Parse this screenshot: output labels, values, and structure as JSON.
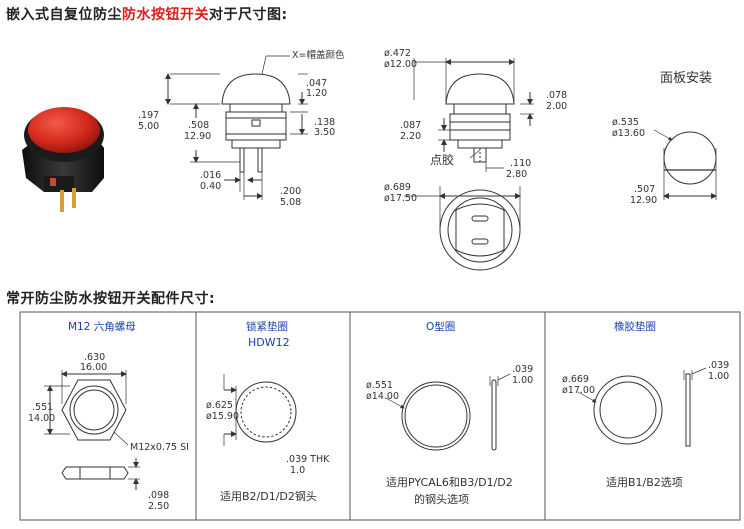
{
  "top_title": {
    "pre": "嵌入式自复位防尘",
    "highlight": "防水按钮开关",
    "post": "对于尺寸图:"
  },
  "accessories_title": "常开防尘防水按钮开关配件尺寸:",
  "colors": {
    "accent": "#e01b1b",
    "cap": "#d42a1c",
    "label_blue": "#1a3fb0",
    "line": "#333333"
  },
  "side_view": {
    "cap_note": "X=帽盖颜色",
    "d_047_in": ".047",
    "d_047_mm": "1.20",
    "d_197_in": ".197",
    "d_197_mm": "5.00",
    "d_508_in": ".508",
    "d_508_mm": "12.90",
    "d_138_in": ".138",
    "d_138_mm": "3.50",
    "d_016_in": ".016",
    "d_016_mm": "0.40",
    "d_200_in": ".200",
    "d_200_mm": "5.08"
  },
  "front_view": {
    "d_472_in": "ø.472",
    "d_472_mm": "ø12.00",
    "d_078_in": ".078",
    "d_078_mm": "2.00",
    "d_087_in": ".087",
    "d_087_mm": "2.20",
    "glue_label": "点胶",
    "d_110_in": ".110",
    "d_110_mm": "2.80",
    "d_689_in": "ø.689",
    "d_689_mm": "ø17.50"
  },
  "panel": {
    "title": "面板安装",
    "d_535_in": "ø.535",
    "d_535_mm": "ø13.60",
    "d_507_in": ".507",
    "d_507_mm": "12.90"
  },
  "nut": {
    "title": "M12 六角螺母",
    "d_630_in": ".630",
    "d_630_mm": "16.00",
    "d_551_in": ".551",
    "d_551_mm": "14.00",
    "thread": "M12x0.75 SI",
    "d_098_in": ".098",
    "d_098_mm": "2.50"
  },
  "lockwasher": {
    "title": "锁紧垫圈",
    "subtitle": "HDW12",
    "d_625_in": "ø.625",
    "d_625_mm": "ø15.90",
    "thk_in": ".039 THK",
    "thk_mm": "1.0",
    "note": "适用B2/D1/D2钢头"
  },
  "oring": {
    "title": "O型圈",
    "d_551_in": "ø.551",
    "d_551_mm": "ø14.00",
    "d_039_in": ".039",
    "d_039_mm": "1.00",
    "note_1": "适用PYCAL6和B3/D1/D2",
    "note_2": "的钢头选项"
  },
  "rubber": {
    "title": "橡胶垫圈",
    "d_669_in": "ø.669",
    "d_669_mm": "ø17.00",
    "d_039_in": ".039",
    "d_039_mm": "1.00",
    "note": "适用B1/B2选项"
  }
}
